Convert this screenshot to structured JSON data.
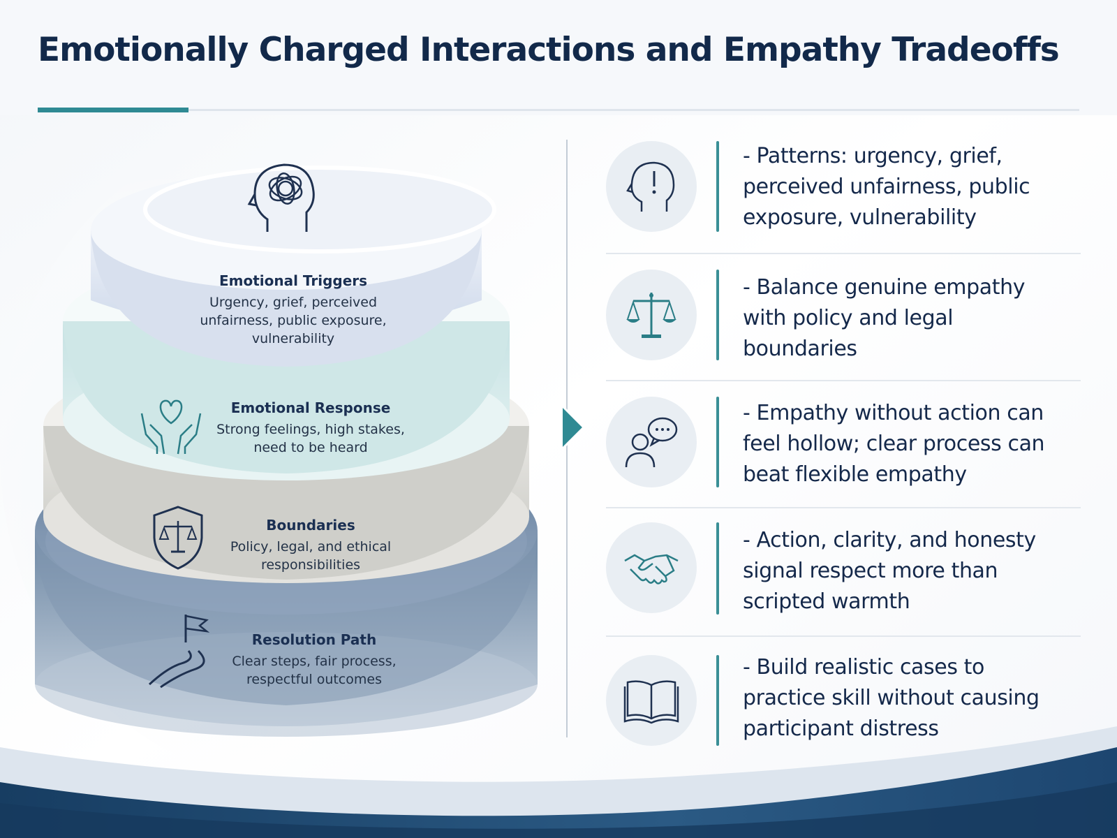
{
  "title": "Emotionally Charged Interactions and Empathy Tradeoffs",
  "layers": [
    {
      "title": "Emotional Triggers",
      "description": "Urgency, grief, perceived unfairness, public exposure, vulnerability",
      "icon": "head-tangle-icon"
    },
    {
      "title": "Emotional Response",
      "description": "Strong feelings, high stakes, need to be heard",
      "icon": "heart-hands-icon"
    },
    {
      "title": "Boundaries",
      "description": "Policy, legal, and ethical responsibilities",
      "icon": "shield-scales-icon"
    },
    {
      "title": "Resolution Path",
      "description": "Clear steps, fair process, respectful outcomes",
      "icon": "flag-path-icon"
    }
  ],
  "points": [
    {
      "text": "- Patterns: urgency, grief, perceived unfairness, public exposure, vulnerability",
      "icon": "head-alert-icon"
    },
    {
      "text": "- Balance genuine empathy with policy and legal boundaries",
      "icon": "scales-icon"
    },
    {
      "text": "- Empathy without action can feel hollow; clear process can beat flexible empathy",
      "icon": "person-speech-icon"
    },
    {
      "text": "- Action, clarity, and honesty signal respect more than scripted warmth",
      "icon": "handshake-icon"
    },
    {
      "text": "- Build realistic cases to practice skill without causing participant distress",
      "icon": "open-book-icon"
    }
  ],
  "colors": {
    "title": "#12294a",
    "accent_teal": "#2f8a93",
    "layer_triggers": "#dfe6f2",
    "layer_response": "#d6ecec",
    "layer_boundaries": "#dcdcd8",
    "layer_resolution": "#7b93ad",
    "footer_wave": "#1f4a70"
  }
}
